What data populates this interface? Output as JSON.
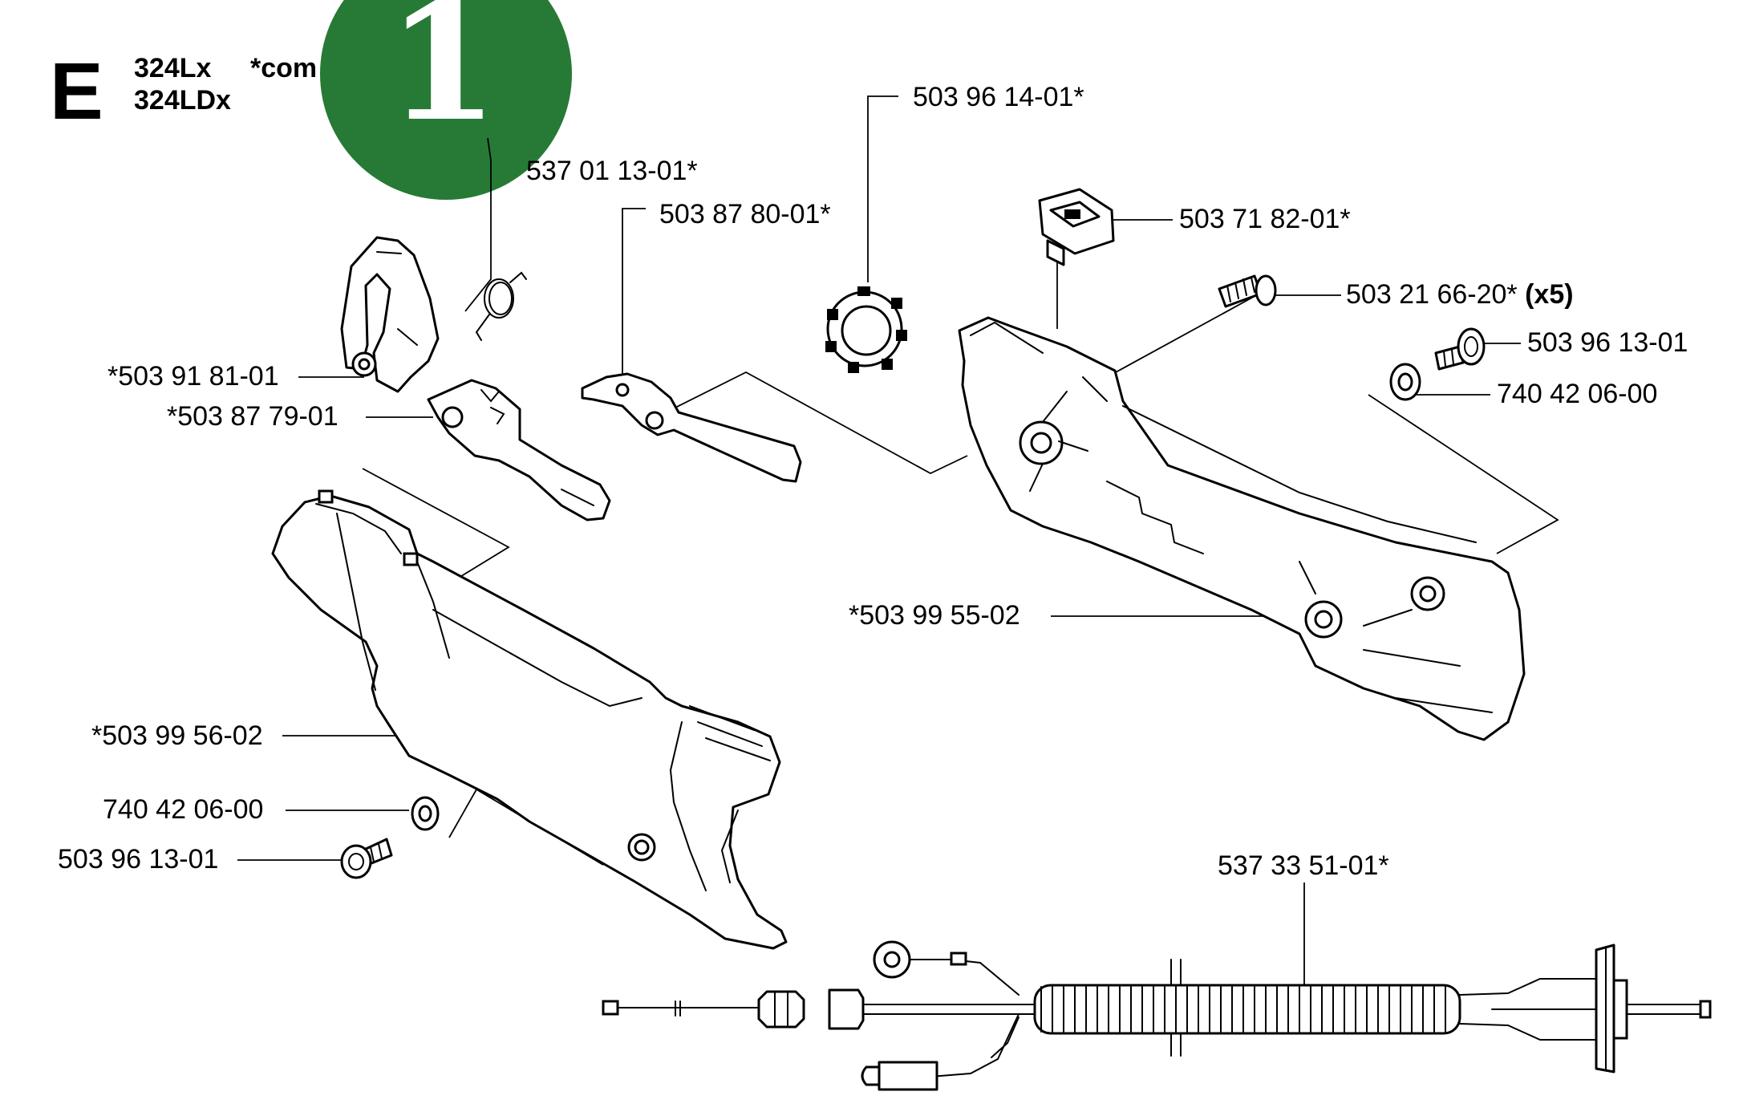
{
  "header": {
    "section_letter": "E",
    "models": [
      "324Lx",
      "324LDx"
    ],
    "note_fragment": "*com"
  },
  "badge": {
    "number": "1",
    "color": "#277a35"
  },
  "labels": [
    {
      "id": "spring",
      "text": "537 01 13-01*"
    },
    {
      "id": "lever-link",
      "text": "503 87 80-01*"
    },
    {
      "id": "nut-ring",
      "text": "503 96 14-01*"
    },
    {
      "id": "switch",
      "text": "503 71 82-01*"
    },
    {
      "id": "screw-x5",
      "text": "503 21 66-20*",
      "suffix": "(x5)"
    },
    {
      "id": "screw-right",
      "text": "503 96 13-01"
    },
    {
      "id": "washer-right",
      "text": "740 42 06-00"
    },
    {
      "id": "lock-lever",
      "text": "*503 91 81-01"
    },
    {
      "id": "throttle",
      "text": "*503 87 79-01"
    },
    {
      "id": "handle-half-right",
      "text": "*503 99 55-02"
    },
    {
      "id": "handle-half-left",
      "text": "*503 99 56-02"
    },
    {
      "id": "washer-left",
      "text": "740 42 06-00"
    },
    {
      "id": "screw-left",
      "text": "503 96 13-01"
    },
    {
      "id": "cable",
      "text": "537 33 51-01*"
    }
  ]
}
